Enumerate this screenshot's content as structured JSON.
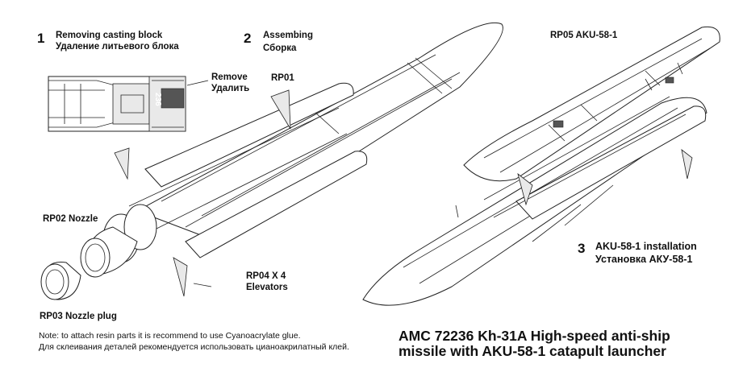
{
  "step1": {
    "number": "1",
    "title_en": "Removing casting block",
    "title_ru": "Удаление литьевого блока",
    "remove_en": "Remove",
    "remove_ru": "Удалить",
    "block_id": "236"
  },
  "step2": {
    "number": "2",
    "title_en": "Assembing",
    "title_ru": "Сборка"
  },
  "step3": {
    "number": "3",
    "title_en": "AKU-58-1 installation",
    "title_ru": "Установка АКУ-58-1"
  },
  "parts": {
    "rp01": "RP01",
    "rp02": "RP02 Nozzle",
    "rp03": "RP03 Nozzle plug",
    "rp04_line1": "RP04 X 4",
    "rp04_line2": "Elevators",
    "rp05": "RP05 AKU-58-1"
  },
  "note": {
    "en": "Note: to attach resin parts it is recommend to use Cyanoacrylate glue.",
    "ru": "Для склеивания деталей рекомендуется использовать цианоакрилатный клей."
  },
  "product": {
    "line1": "AMC 72236 Kh-31A High-speed anti-ship",
    "line2": "missile with  AKU-58-1 catapult launcher"
  }
}
